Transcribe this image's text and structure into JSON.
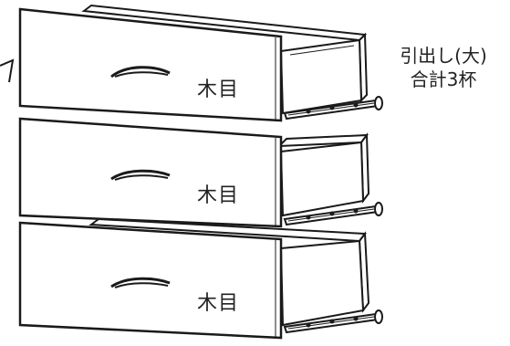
{
  "drawers": [
    {
      "label": "木目"
    },
    {
      "label": "木目"
    },
    {
      "label": "木目"
    }
  ],
  "note": {
    "line1": "引出し(大)",
    "line2": "合計3杯"
  },
  "colors": {
    "line": "#1a1a1a",
    "fill": "#ffffff",
    "shade": "#d8d8d8"
  },
  "icons": [
    "drawer-handle-icon",
    "drawer-slide-rail-icon"
  ]
}
